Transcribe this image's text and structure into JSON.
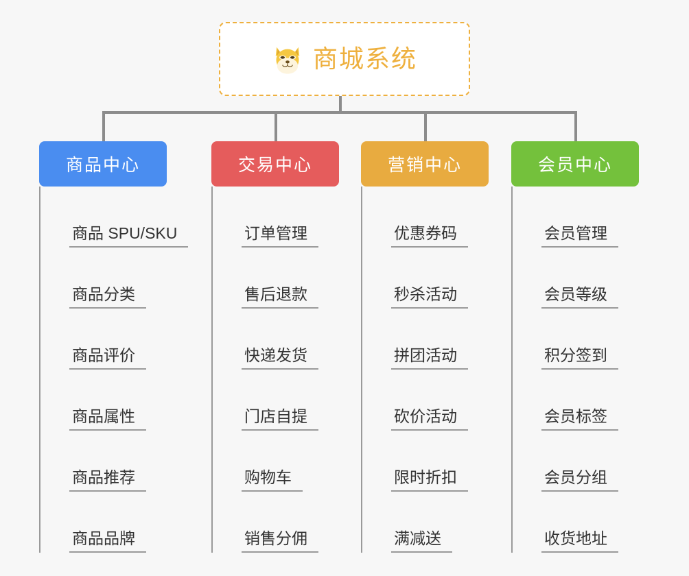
{
  "background": "#f7f7f7",
  "root": {
    "title": "商城系统",
    "icon": "shiba-dog-icon",
    "text_color": "#eeb03e",
    "border_color": "#eeb03e",
    "fill_color": "#ffffff"
  },
  "connector_color": "#8c8c8c",
  "branches": [
    {
      "label": "商品中心",
      "color": "#4a8df0",
      "items": [
        "商品 SPU/SKU",
        "商品分类",
        "商品评价",
        "商品属性",
        "商品推荐",
        "商品品牌"
      ]
    },
    {
      "label": "交易中心",
      "color": "#e55c5c",
      "items": [
        "订单管理",
        "售后退款",
        "快递发货",
        "门店自提",
        "购物车",
        "销售分佣"
      ]
    },
    {
      "label": "营销中心",
      "color": "#e8ab40",
      "items": [
        "优惠券码",
        "秒杀活动",
        "拼团活动",
        "砍价活动",
        "限时折扣",
        "满减送"
      ]
    },
    {
      "label": "会员中心",
      "color": "#74c13c",
      "items": [
        "会员管理",
        "会员等级",
        "积分签到",
        "会员标签",
        "会员分组",
        "收货地址"
      ]
    }
  ]
}
